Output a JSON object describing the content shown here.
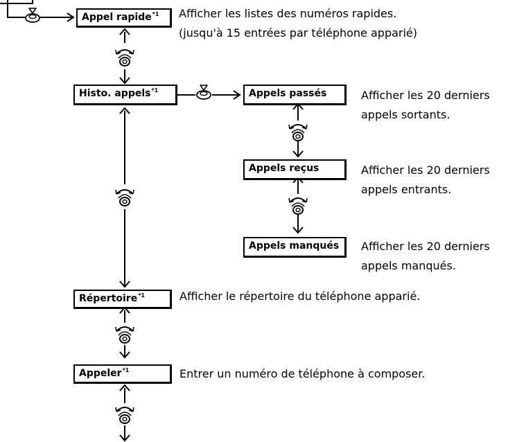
{
  "footnote_mark": "*1",
  "items": {
    "speed_dial": {
      "label": "Appel rapide",
      "desc1": "Afficher les listes des numéros rapides.",
      "desc2": "(jusqu'à 15 entrées par téléphone apparié)"
    },
    "call_history": {
      "label": "Histo. appels"
    },
    "dialed": {
      "label": "Appels passés",
      "desc1": "Afficher les 20 derniers",
      "desc2": "appels sortants."
    },
    "received": {
      "label": "Appels reçus",
      "desc1": "Afficher les 20 derniers",
      "desc2": "appels entrants."
    },
    "missed": {
      "label": "Appels manqués",
      "desc1": "Afficher les 20 derniers",
      "desc2": "appels manqués."
    },
    "phonebook": {
      "label": "Répertoire",
      "desc1": "Afficher le répertoire du téléphone apparié."
    },
    "dial": {
      "label": "Appeler",
      "desc1": "Entrer un numéro de téléphone à composer."
    }
  },
  "icons": {
    "press": "press-selector-icon",
    "rotate": "rotate-selector-icon"
  }
}
